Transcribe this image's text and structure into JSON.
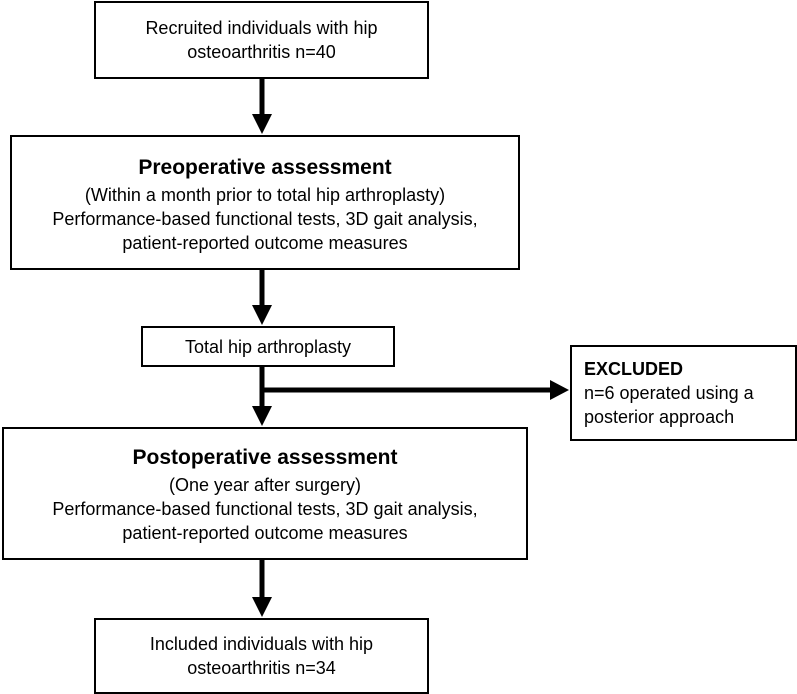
{
  "boxes": {
    "recruited": {
      "line1": "Recruited individuals with hip",
      "line2": "osteoarthritis n=40"
    },
    "preoperative": {
      "title": "Preoperative assessment",
      "line1": "(Within a month prior to total hip arthroplasty)",
      "line2": "Performance-based functional tests, 3D gait analysis,",
      "line3": "patient-reported outcome measures"
    },
    "arthroplasty": {
      "label": "Total hip arthroplasty"
    },
    "excluded": {
      "title": "EXCLUDED",
      "line1": "n=6 operated using a",
      "line2": "posterior approach"
    },
    "postoperative": {
      "title": "Postoperative assessment",
      "line1": "(One year after surgery)",
      "line2": "Performance-based functional tests, 3D gait analysis,",
      "line3": "patient-reported outcome measures"
    },
    "included": {
      "line1": "Included individuals with hip",
      "line2": "osteoarthritis n=34"
    }
  },
  "colors": {
    "stroke": "#000000",
    "background": "#ffffff"
  }
}
